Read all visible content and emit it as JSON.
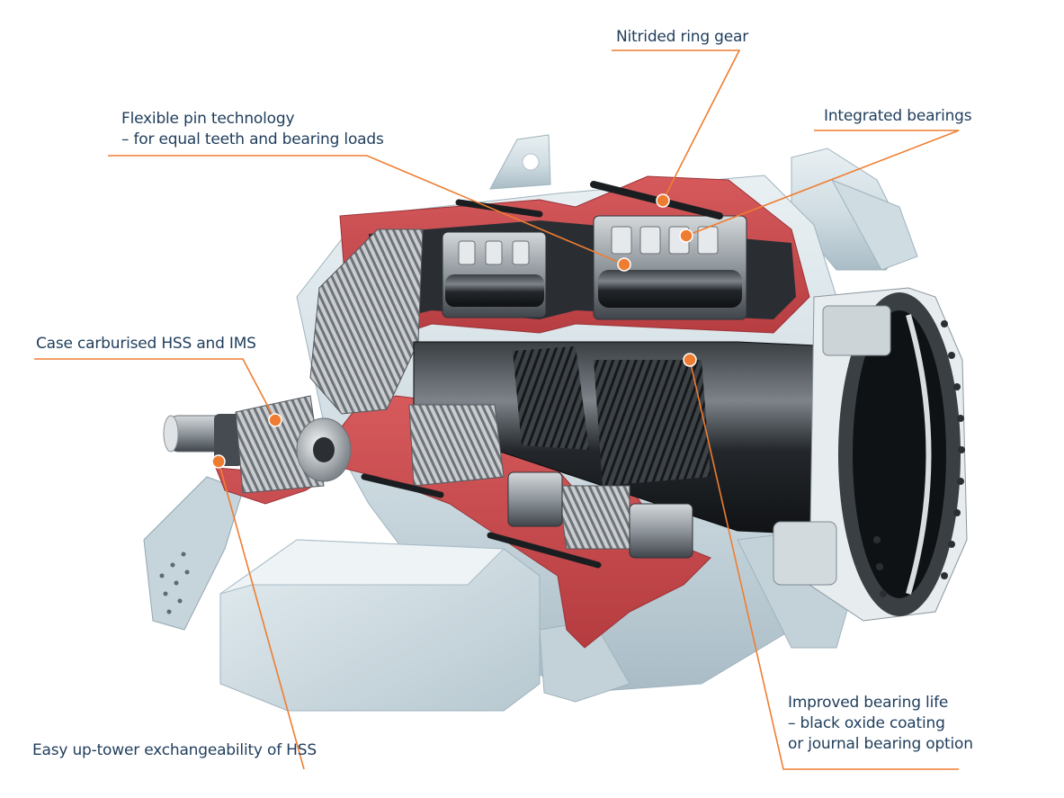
{
  "theme": {
    "text_color": "#1f3d5c",
    "leader_color": "#ef7d31",
    "section_color": "#c14448",
    "section_light": "#d9605f",
    "housing_light": "#dfe9ee",
    "housing_mid": "#bcccd4",
    "housing_dark": "#91a6b1",
    "steel_dark": "#1e2226",
    "steel_mid": "#4a5056",
    "steel_light": "#9ea4a9"
  },
  "callouts": {
    "ring_gear": {
      "lines": [
        "Nitrided ring gear"
      ]
    },
    "flex_pin": {
      "lines": [
        "Flexible pin technology",
        "– for equal teeth and bearing loads"
      ]
    },
    "integrated_bearings": {
      "lines": [
        "Integrated bearings"
      ]
    },
    "case_carburised": {
      "lines": [
        "Case carburised HSS and IMS"
      ]
    },
    "up_tower": {
      "lines": [
        "Easy up-tower exchangeability of HSS"
      ]
    },
    "bearing_life": {
      "lines": [
        "Improved bearing life",
        "– black oxide coating",
        "or journal bearing option"
      ]
    }
  }
}
